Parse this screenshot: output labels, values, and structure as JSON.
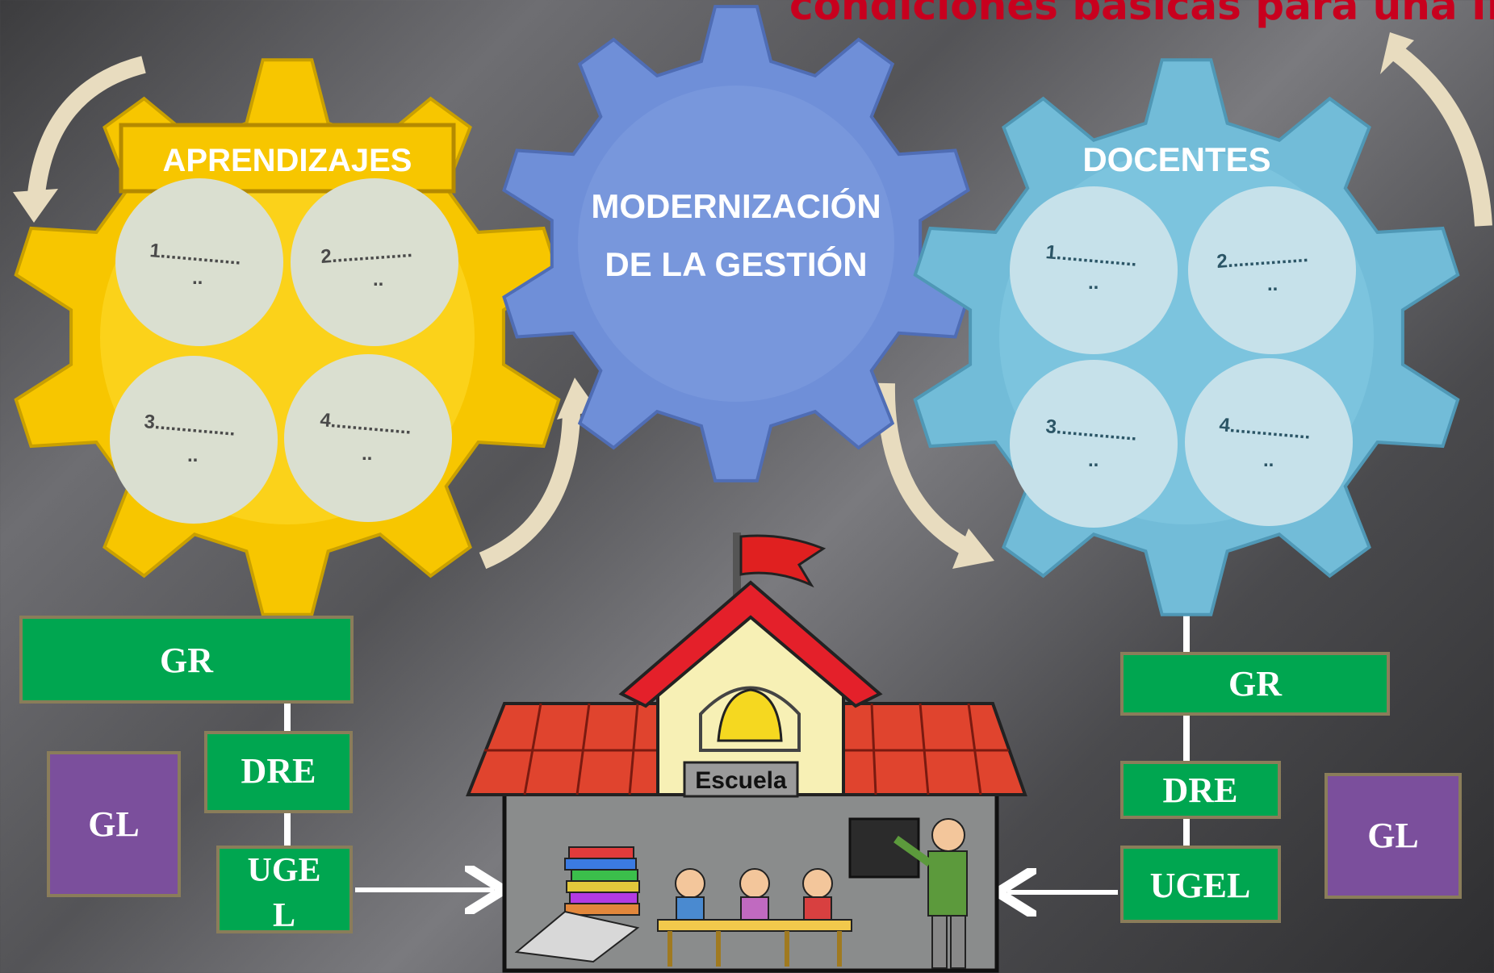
{
  "headline": "condiciones básicas para una IIEE",
  "gears": {
    "left": {
      "title": "APRENDIZAJES",
      "items": [
        "1...............",
        "..",
        "2...............",
        "..",
        "3...............",
        "..",
        "4...............",
        ".."
      ]
    },
    "center": {
      "title_line1": "MODERNIZACIÓN",
      "title_line2": "DE LA GESTIÓN"
    },
    "right": {
      "title": "DOCENTES",
      "items": [
        "1...............",
        "..",
        "2...............",
        "..",
        "3...............",
        "..",
        "4...............",
        ".."
      ]
    }
  },
  "left_boxes": {
    "gr": "GR",
    "dre": "DRE",
    "ugel_line1": "UGE",
    "ugel_line2": "L",
    "gl": "GL"
  },
  "right_boxes": {
    "gr": "GR",
    "dre": "DRE",
    "ugel": "UGEL",
    "gl": "GL"
  },
  "school": {
    "sign": "Escuela"
  },
  "colors": {
    "gear_left": "#f7c600",
    "gear_center": "#6f8fd8",
    "gear_right": "#72bcd8",
    "box_green": "#00a650",
    "box_purple": "#7b4f9c",
    "headline": "#c8001e"
  }
}
